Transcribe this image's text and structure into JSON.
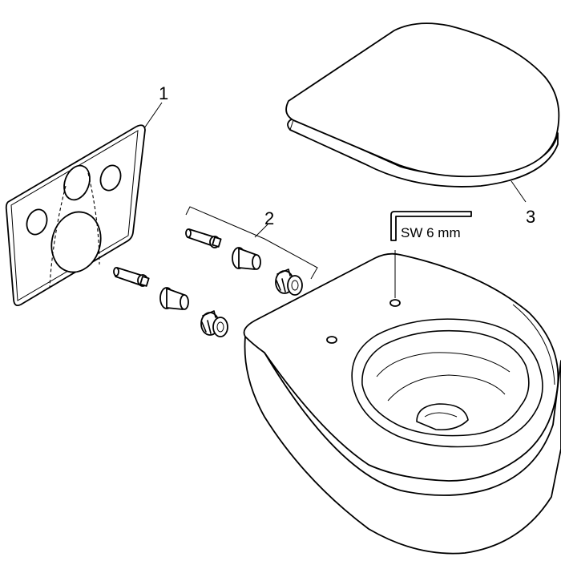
{
  "callouts": {
    "part1": "1",
    "part2": "2",
    "part3": "3"
  },
  "tool": {
    "label": "SW 6 mm"
  },
  "colors": {
    "ink": "#000000",
    "background": "#ffffff"
  }
}
